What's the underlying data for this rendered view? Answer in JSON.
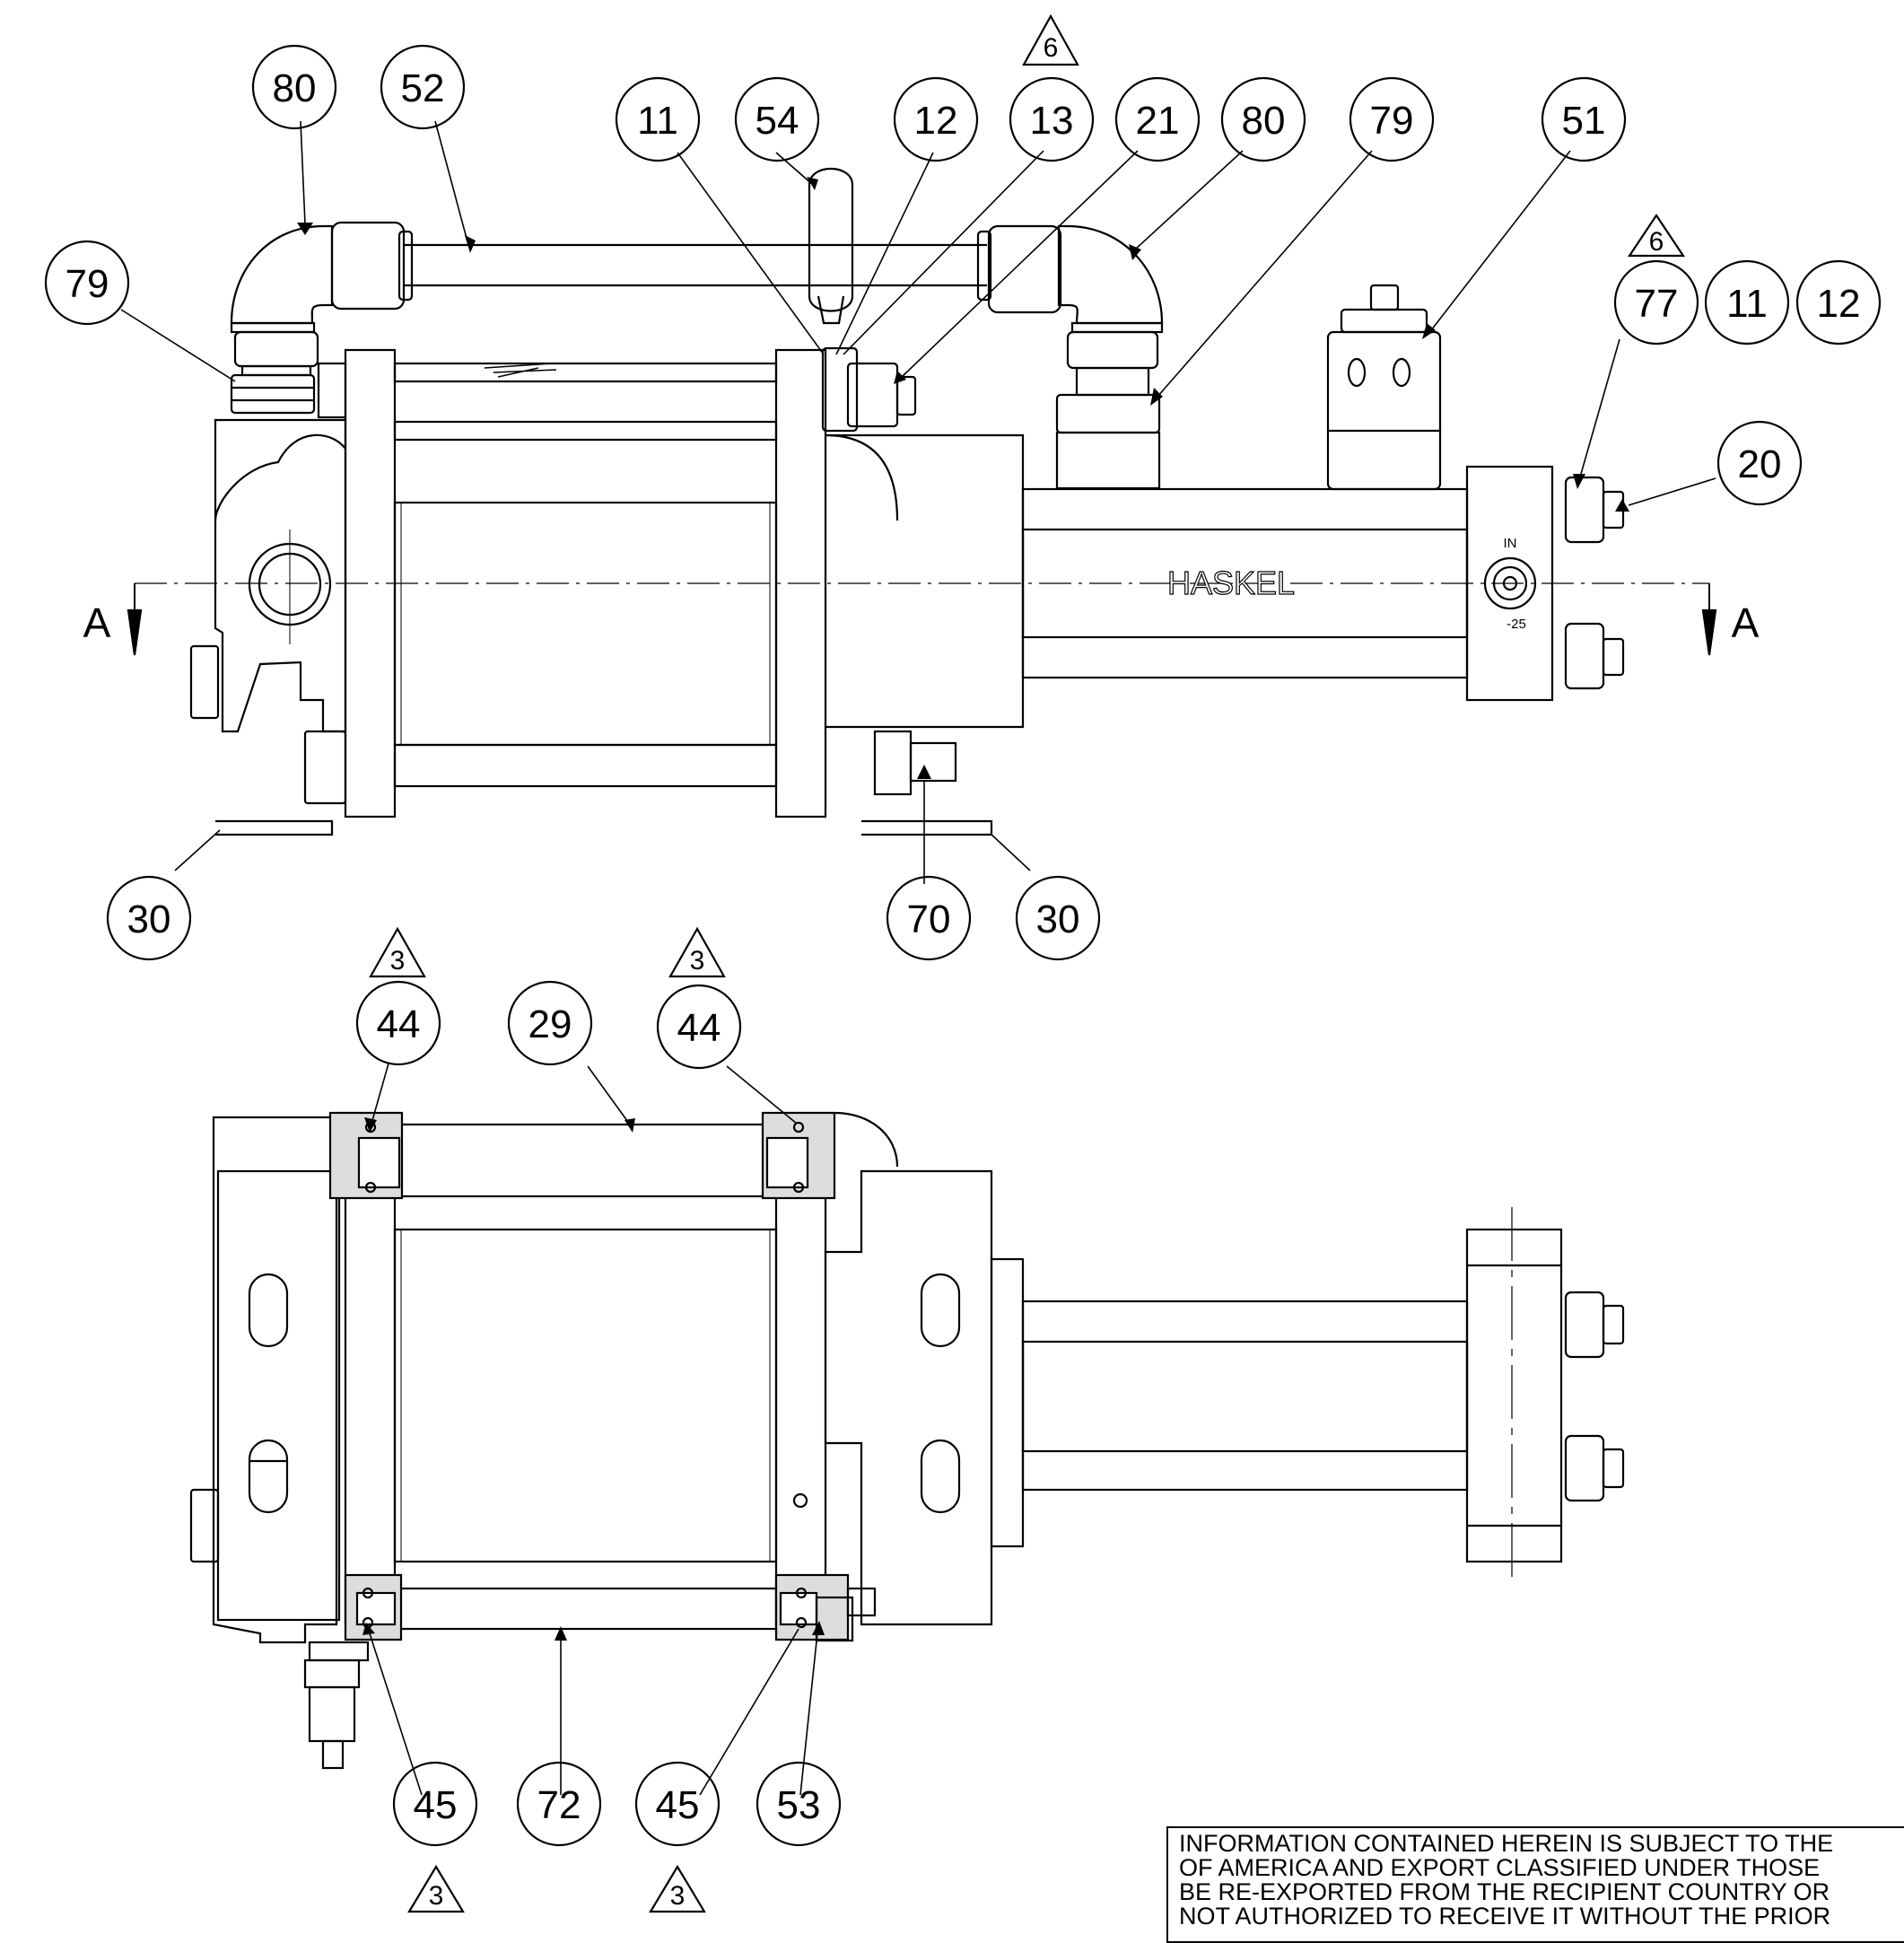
{
  "balloons_top": [
    "80",
    "52",
    "11",
    "54",
    "12",
    "13",
    "21",
    "80",
    "79",
    "51",
    "79",
    "77",
    "11",
    "12",
    "20",
    "30",
    "70",
    "30"
  ],
  "balloons_bottom": [
    "44",
    "29",
    "44",
    "45",
    "72",
    "45",
    "53"
  ],
  "revision_triangles_top": [
    "6",
    "6"
  ],
  "revision_triangles_bottom": [
    "3",
    "3",
    "3",
    "3"
  ],
  "section_labels": [
    "A",
    "A"
  ],
  "brand": "HASKEL",
  "port_label": "IN",
  "size_label": "-25",
  "notice": {
    "line1": "INFORMATION CONTAINED HEREIN IS SUBJECT TO THE",
    "line2": "OF AMERICA AND EXPORT CLASSIFIED UNDER THOSE",
    "line3": "BE RE-EXPORTED FROM THE RECIPIENT COUNTRY OR",
    "line4": "NOT AUTHORIZED TO RECEIVE IT WITHOUT THE PRIOR"
  }
}
